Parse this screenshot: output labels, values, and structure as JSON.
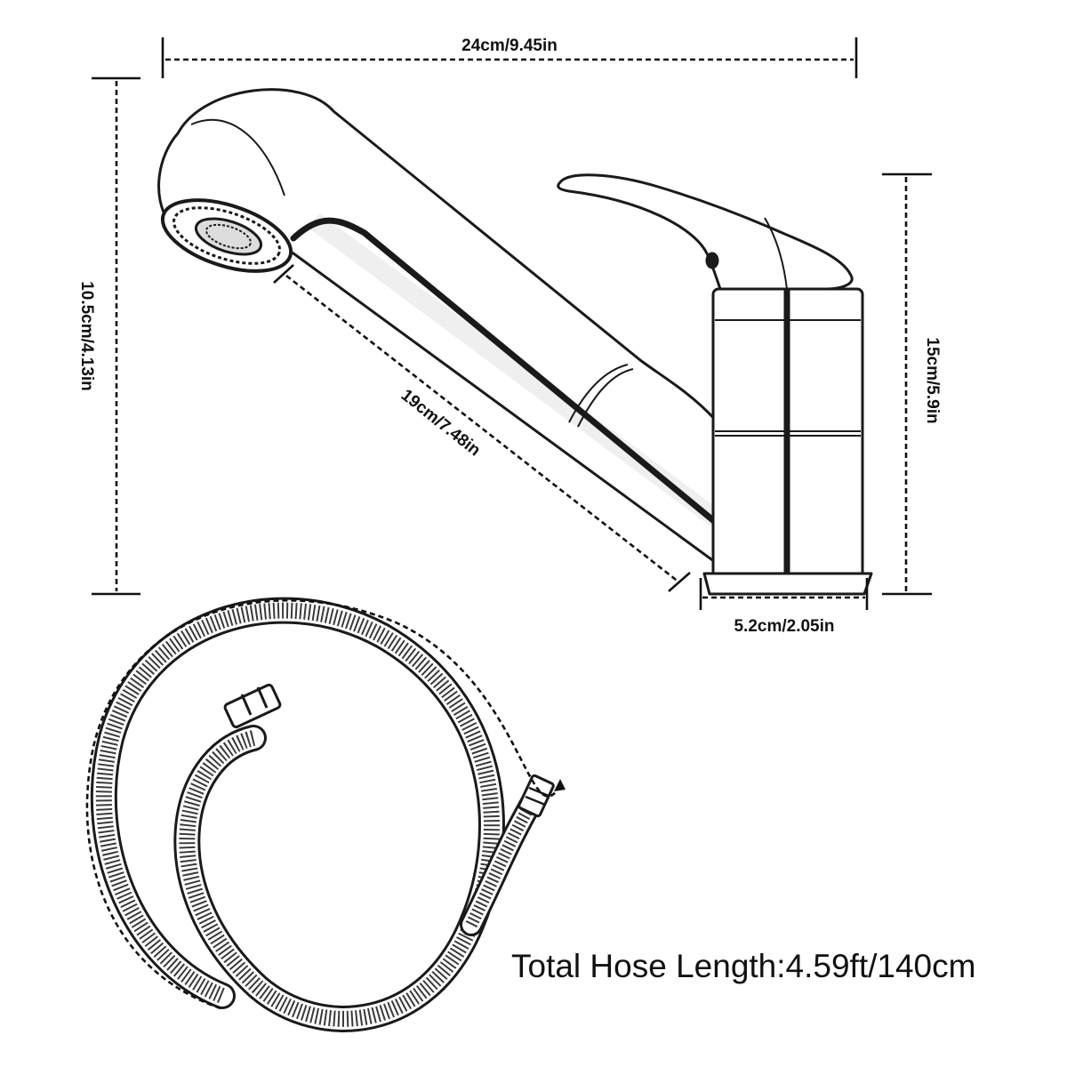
{
  "dimensions": {
    "overall_width": "24cm/9.45in",
    "overall_height": "10.5cm/4.13in",
    "spout_length": "19cm/7.48in",
    "body_height": "15cm/5.9in",
    "base_diameter": "5.2cm/2.05in"
  },
  "hose": {
    "label": "Total Hose Length:4.59ft/140cm"
  }
}
